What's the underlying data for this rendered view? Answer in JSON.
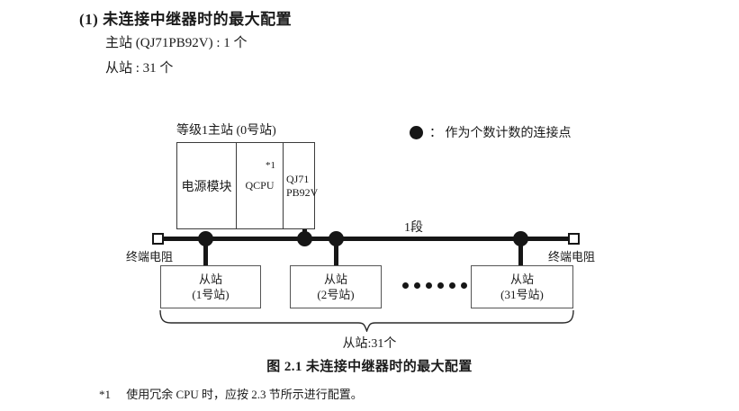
{
  "heading": {
    "title": "(1) 未连接中继器时的最大配置",
    "spec_master": "主站 (QJ71PB92V) : 1 个",
    "spec_slave": "从站 : 31 个"
  },
  "legend": {
    "marker_icon": "filled-circle-icon",
    "text": "： 作为个数计数的连接点"
  },
  "diagram": {
    "master": {
      "label": "等级1主站 (0号站)",
      "cells": {
        "power": "电源模块",
        "cpu": "QCPU",
        "cpu_note": "*1",
        "module_line1": "QJ71",
        "module_line2": "PB92V"
      }
    },
    "bus": {
      "segment_label": "1段",
      "terminator_left": "终端电阻",
      "terminator_right": "终端电阻",
      "dot_count": 4
    },
    "slaves": [
      {
        "name": "从站",
        "station": "(1号站)"
      },
      {
        "name": "从站",
        "station": "(2号站)"
      },
      {
        "name": "从站",
        "station": "(31号站)"
      }
    ],
    "ellipsis_dots": 6,
    "brace_caption": "从站:31个"
  },
  "figure": {
    "caption": "图 2.1  未连接中继器时的最大配置"
  },
  "footnote": {
    "mark": "*1",
    "text": "使用冗余 CPU 时，应按 2.3 节所示进行配置。"
  }
}
